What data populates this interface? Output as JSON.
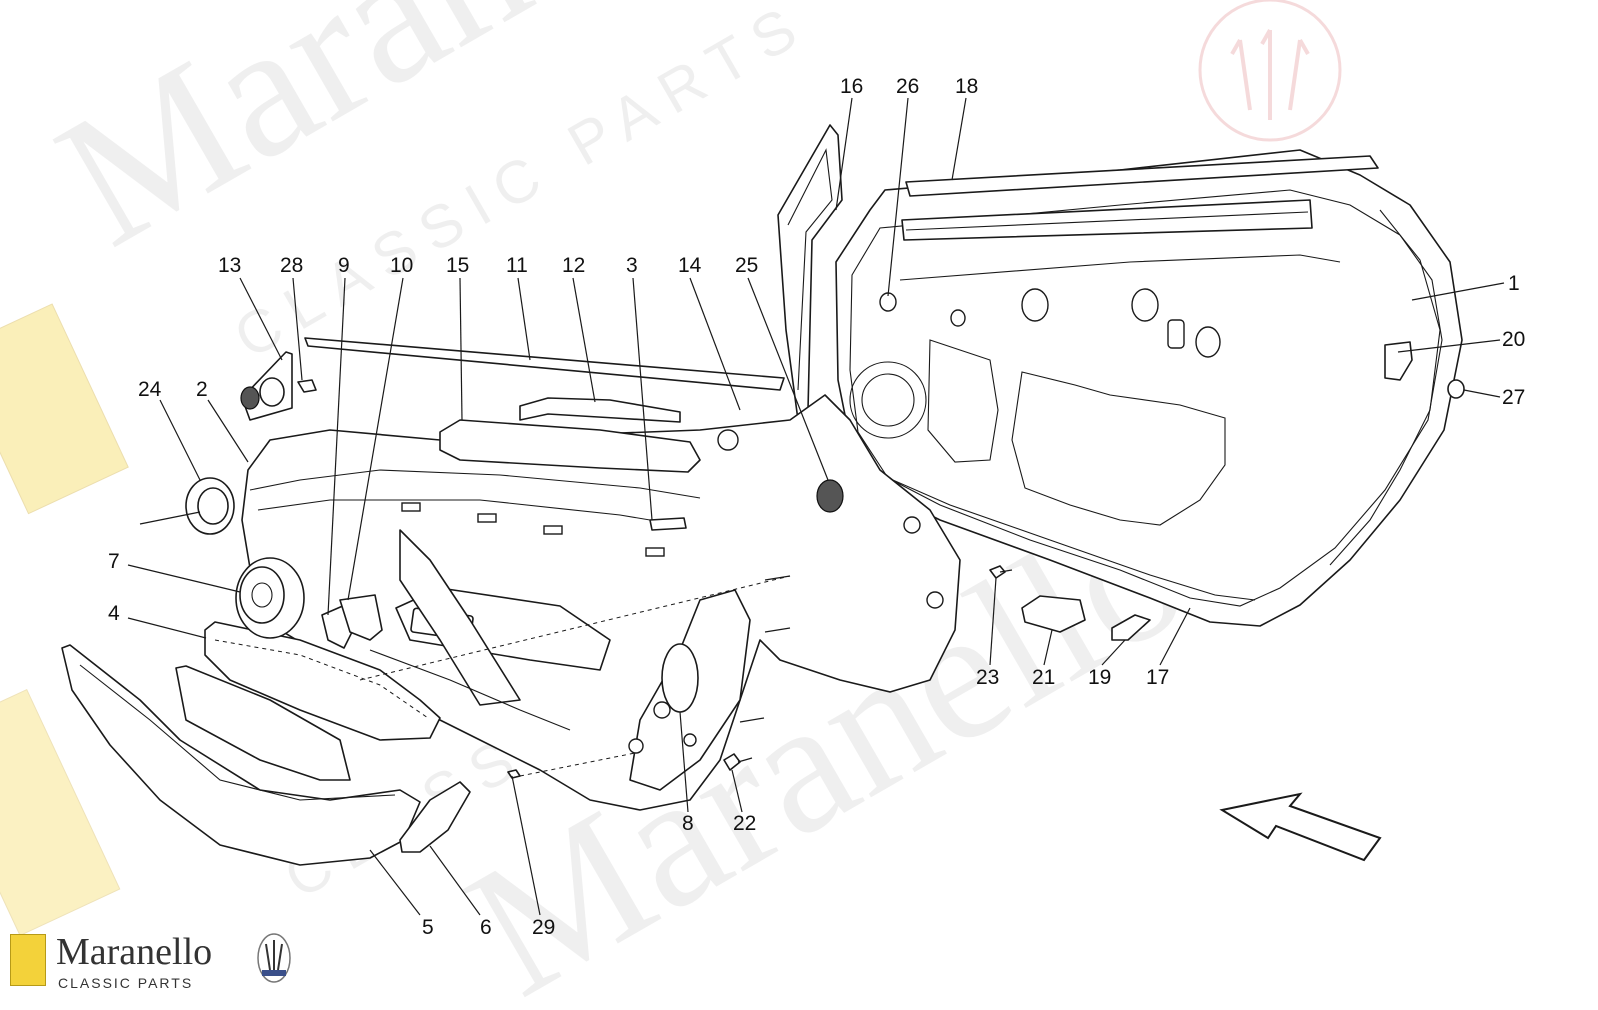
{
  "watermark": {
    "main_text": "Maranello",
    "sub_text": "CLASSIC PARTS"
  },
  "callouts": [
    {
      "id": "1",
      "label": "1"
    },
    {
      "id": "2",
      "label": "2"
    },
    {
      "id": "3",
      "label": "3"
    },
    {
      "id": "4",
      "label": "4"
    },
    {
      "id": "5",
      "label": "5"
    },
    {
      "id": "6",
      "label": "6"
    },
    {
      "id": "7",
      "label": "7"
    },
    {
      "id": "8",
      "label": "8"
    },
    {
      "id": "9",
      "label": "9"
    },
    {
      "id": "10",
      "label": "10"
    },
    {
      "id": "11",
      "label": "11"
    },
    {
      "id": "12",
      "label": "12"
    },
    {
      "id": "13",
      "label": "13"
    },
    {
      "id": "14",
      "label": "14"
    },
    {
      "id": "15",
      "label": "15"
    },
    {
      "id": "16",
      "label": "16"
    },
    {
      "id": "17",
      "label": "17"
    },
    {
      "id": "18",
      "label": "18"
    },
    {
      "id": "19",
      "label": "19"
    },
    {
      "id": "20",
      "label": "20"
    },
    {
      "id": "21",
      "label": "21"
    },
    {
      "id": "22",
      "label": "22"
    },
    {
      "id": "23",
      "label": "23"
    },
    {
      "id": "24",
      "label": "24"
    },
    {
      "id": "25",
      "label": "25"
    },
    {
      "id": "26",
      "label": "26"
    },
    {
      "id": "27",
      "label": "27"
    },
    {
      "id": "28",
      "label": "28"
    },
    {
      "id": "29",
      "label": "29"
    }
  ],
  "footer": {
    "brand_name": "Maranello",
    "brand_sub": "CLASSIC PARTS"
  },
  "colors": {
    "line": "#1a1a1a",
    "ferrari_yellow": "#f3d23a",
    "maserati_red": "#c8323a"
  }
}
